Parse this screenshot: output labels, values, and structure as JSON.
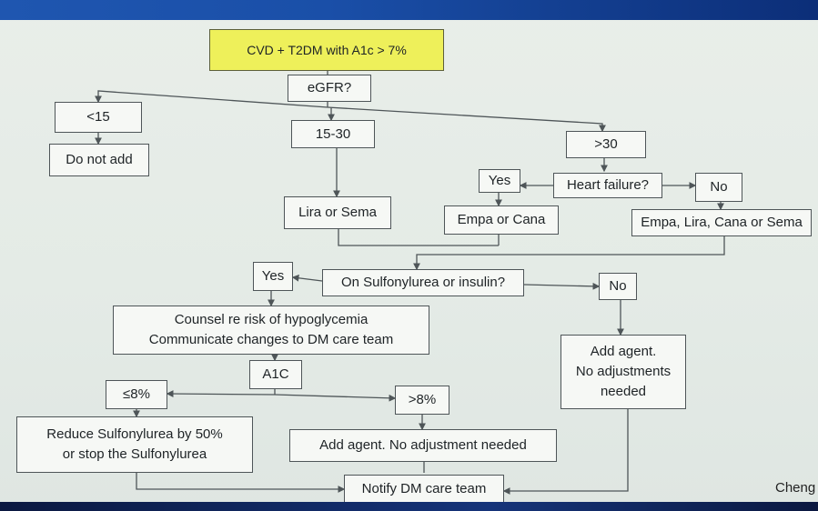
{
  "diagram": {
    "title": "CVD + T2DM with A1c > 7%",
    "egfr": "eGFR?",
    "lt15": "<15",
    "do_not_add": "Do not add",
    "egfr_15_30": "15-30",
    "gt30": ">30",
    "lira_sema": "Lira or Sema",
    "heart_failure": "Heart failure?",
    "hf_yes": "Yes",
    "hf_no": "No",
    "empa_cana": "Empa or Cana",
    "empa_lira_cana_sema": "Empa, Lira, Cana or Sema",
    "sulfonylurea_q": "On Sulfonylurea or insulin?",
    "su_yes": "Yes",
    "su_no": "No",
    "counsel": [
      "Counsel re risk of hypoglycemia",
      "Communicate changes to DM care team"
    ],
    "add_agent_no_adj": [
      "Add agent.",
      "No adjustments",
      "needed"
    ],
    "a1c": "A1C",
    "le8": "≤8%",
    "gt8": ">8%",
    "reduce_su": [
      "Reduce Sulfonylurea by 50%",
      "or stop the Sulfonylurea"
    ],
    "add_agent": "Add agent. No adjustment needed",
    "notify": "Notify DM care team"
  },
  "credit": "Cheng",
  "colors": {
    "title_fill": "#eef05a",
    "box_fill": "#f6f8f5",
    "line": "#4e5558",
    "background": "#e6ece8"
  }
}
